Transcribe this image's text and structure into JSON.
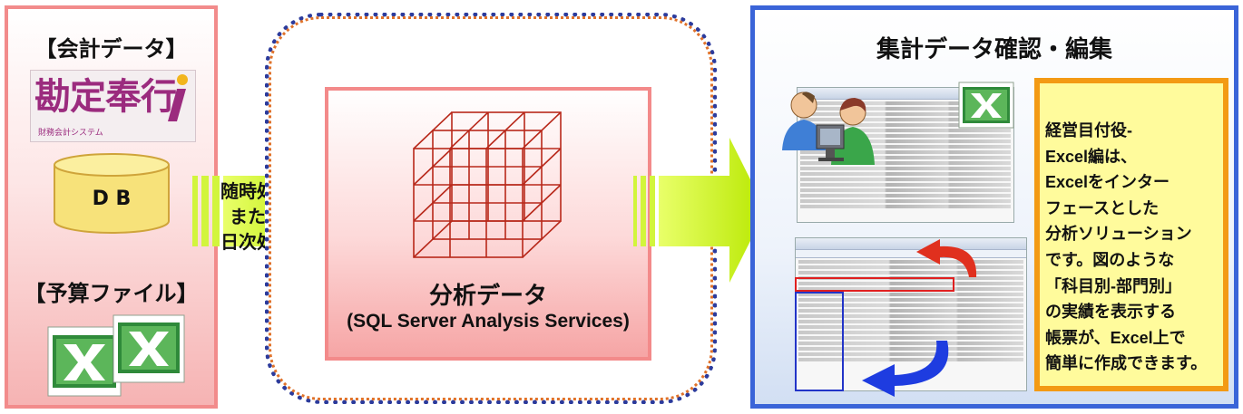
{
  "left": {
    "title_accounting": "【会計データ】",
    "logo_text": "勘定奉行",
    "logo_sub": "財務会計システム",
    "db_label": "D B",
    "title_budget": "【予算ファイル】"
  },
  "process": {
    "line1": "随時処理",
    "line2": "または",
    "line3": "日次処理"
  },
  "center": {
    "title": "分析データ",
    "subtitle": "(SQL Server Analysis Services)"
  },
  "right": {
    "title": "集計データ確認・編集",
    "description_lines": [
      "経営目付役-",
      "Excel編は、",
      "Excelをインター",
      "フェースとした",
      "分析ソリューション",
      "です。図のような",
      "「科目別-部門別」",
      "の実績を表示する",
      "帳票が、Excel上で",
      "簡単に作成できます。"
    ]
  },
  "colors": {
    "left_border": "#f28b8b",
    "right_border": "#3a64d8",
    "arrow_green": "#c8f016",
    "cube_lines": "#b8281a",
    "yellow_box_border": "#f39a14",
    "yellow_box_fill": "#fffb9c",
    "db_fill": "#f7e27a"
  },
  "icons": [
    "excel-icon",
    "users-at-computer-icon",
    "cube-grid-icon",
    "red-curved-arrow-icon",
    "blue-curved-arrow-icon"
  ]
}
